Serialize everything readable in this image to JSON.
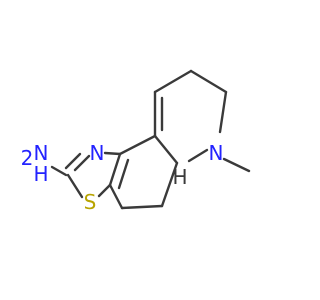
{
  "molecule": {
    "labels": {
      "nh2_n": "N",
      "nh2_h": "H",
      "nh2_sub": "2",
      "ring_n": "N",
      "sulfur": "S",
      "methyl_n": "N",
      "ring_junction_h": "H"
    },
    "colors": {
      "bond": "#3a3a3a",
      "nitrogen": "#2323ff",
      "sulfur": "#b8a400",
      "carbon_h": "#3a3a3a",
      "background": "#ffffff"
    }
  }
}
